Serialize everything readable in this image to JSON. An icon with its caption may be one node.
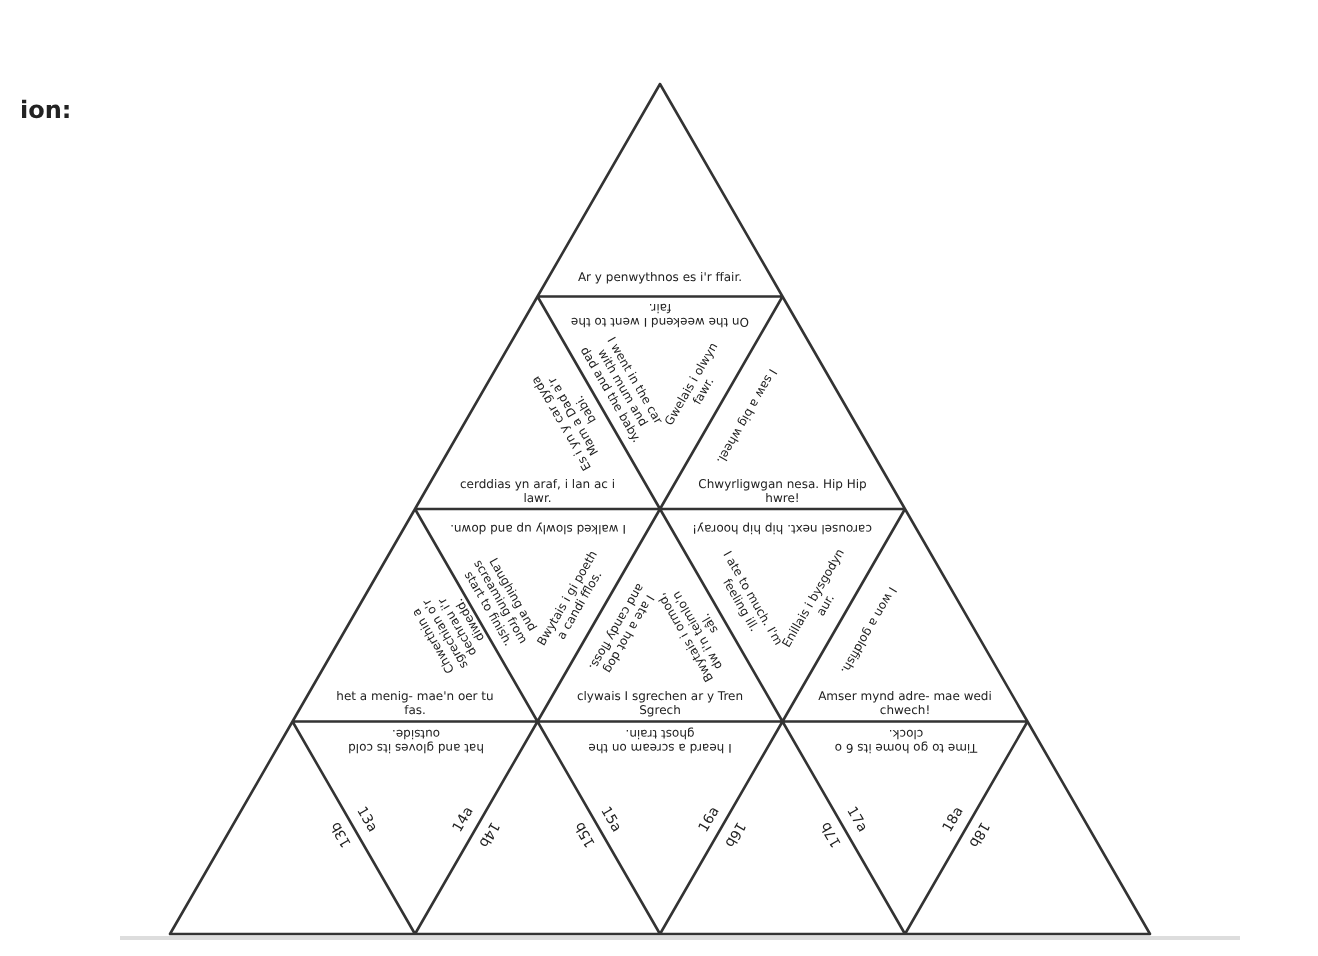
{
  "diagram": {
    "labels": [
      "ion:",
      "Ar y penwythnos es i'r ffair.",
      "On the weekend I went to the fair.",
      "Es i yn y car gyda Mam a Dad a'r babi.",
      "I went in the car with mum and dad and the baby.",
      "Gwelais i olwyn fawr.",
      "I saw a big wheel.",
      "cerddias yn araf, i lan ac i lawr.",
      "I walked slowly up and down.",
      "Chwyrligwgan nesa. Hip Hip hwre!",
      "carousel next. hip hip hooray!",
      "Chwerthin a sgrechian o'r dechrau i'r diwedd.",
      "Laughing and screaming from start to finish.",
      "Bwytais i gi poeth a candi fflos.",
      "I ate a hot dog and candy floss.",
      "Bwytais i ormod, dw i'n teimlo'n sâl.",
      "I ate to much. I'm feeling ill.",
      "Enillais i bysgodyn aur.",
      "I won a goldfish.",
      "het a menig- mae'n oer tu fas.",
      "hat and gloves its cold outside.",
      "clywais I sgrechen ar y Tren Sgrech",
      "I heard a scream on the ghost train.",
      "Amser mynd adre- mae wedi chwech!",
      "Time to go home its 6 o clock.",
      "13b",
      "13a",
      "14a",
      "14b",
      "15b",
      "15a",
      "16a",
      "16b",
      "17b",
      "17a",
      "18a",
      "18b"
    ]
  }
}
